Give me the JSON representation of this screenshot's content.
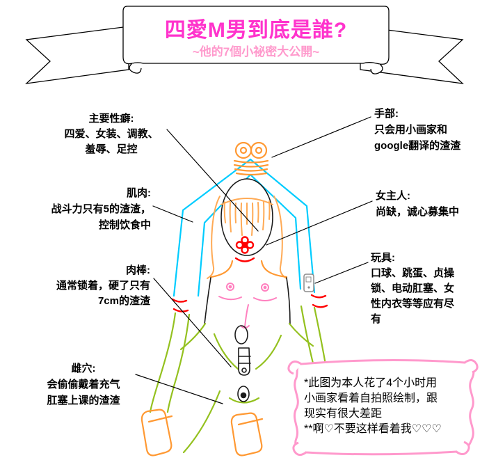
{
  "banner": {
    "title": "四愛M男到底是誰?",
    "subtitle": "~他的7個小祕密大公開~"
  },
  "labels": [
    {
      "id": "preferences",
      "title": "主要性癖:",
      "lines": [
        "四爱、女装、调教、",
        "羞辱、足控"
      ]
    },
    {
      "id": "muscle",
      "title": "肌肉:",
      "lines": [
        "战斗力只有5的渣渣，",
        "控制饮食中"
      ]
    },
    {
      "id": "rod",
      "title": "肉棒:",
      "lines": [
        "通常锁着，硬了只有",
        "7cm的渣渣"
      ]
    },
    {
      "id": "pussy",
      "title": "雌穴:",
      "lines": [
        "会偷偷戴着充气",
        "肛塞上课的渣渣"
      ]
    },
    {
      "id": "hands",
      "title": "手部:",
      "lines": [
        "只会用小画家和",
        "google翻译的渣渣"
      ]
    },
    {
      "id": "mistress",
      "title": "女主人:",
      "lines": [
        "尚缺，诚心募集中"
      ]
    },
    {
      "id": "toys",
      "title": "玩具:",
      "lines": [
        "口球、跳蛋、贞操",
        "锁、电动肛塞、女",
        "性内衣等等应有尽",
        "有"
      ]
    }
  ],
  "note": {
    "lines": [
      "*此图为本人花了4个小时用",
      "小画家看着自拍照绘制，跟",
      "现实有很大差距",
      "**啊♡不要这样看着我♡♡♡"
    ]
  },
  "colors": {
    "title_pink": "#ff33cc",
    "subtitle_pink": "#ff99cc",
    "note_border_pink": "#ff99cc",
    "cyan": "#00ccff",
    "orange": "#ff9933",
    "hair_orange": "#ffaa55",
    "green": "#94c11f",
    "red": "#ff0000",
    "pink": "#ff80bf",
    "gray": "#8c8c8c"
  }
}
